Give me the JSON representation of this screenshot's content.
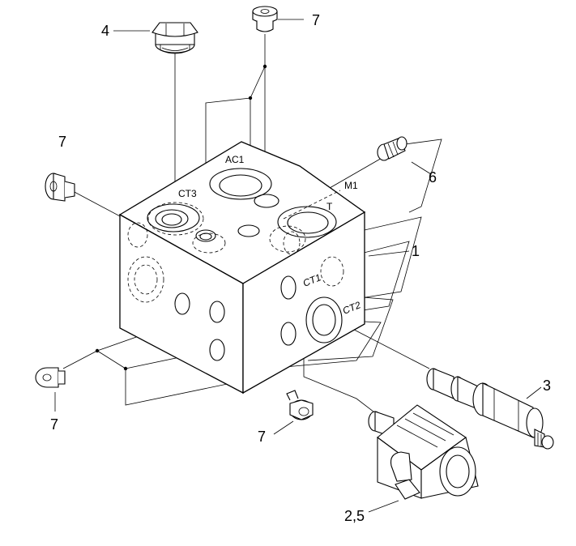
{
  "callouts": {
    "c4": "4",
    "c7_top": "7",
    "c7_left": "7",
    "c6": "6",
    "c1": "1",
    "c3": "3",
    "c7_bottom_left": "7",
    "c7_bottom_mid": "7",
    "c25": "2,5"
  },
  "ports": {
    "ac1": "AC1",
    "ct3": "CT3",
    "m1": "M1",
    "t": "T",
    "ct1": "CT1",
    "ct2": "CT2"
  }
}
